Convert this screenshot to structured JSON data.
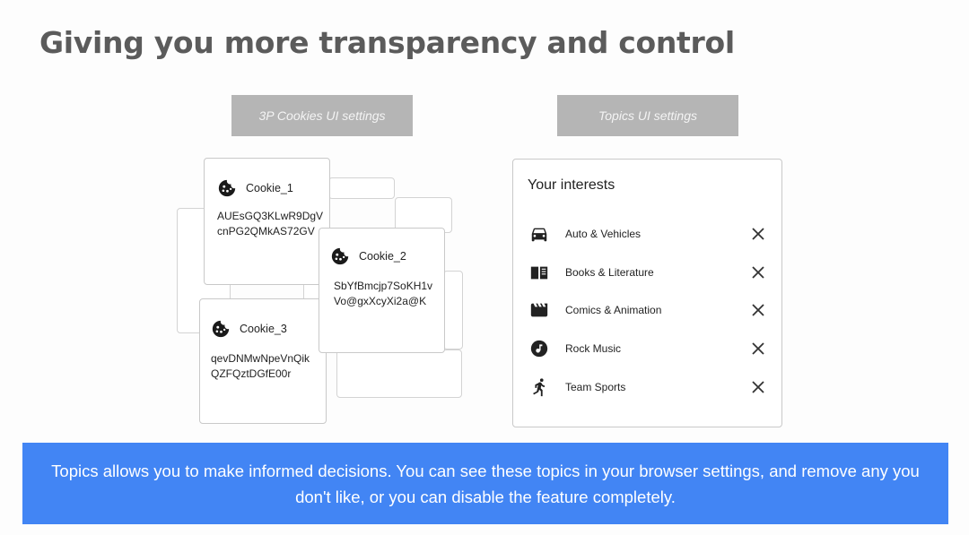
{
  "slide": {
    "title": "Giving you more transparency and control"
  },
  "left_panel": {
    "label": "3P Cookies UI settings",
    "cookies": [
      {
        "name": "Cookie_1",
        "value_line1": "AUEsGQ3KLwR9DgV",
        "value_line2": "cnPG2QMkAS72GV"
      },
      {
        "name": "Cookie_2",
        "value_line1": "SbYfBmcjp7SoKH1v",
        "value_line2": "Vo@gxXcyXi2a@K"
      },
      {
        "name": "Cookie_3",
        "value_line1": "qevDNMwNpeVnQik",
        "value_line2": "QZFQztDGfE00r"
      }
    ]
  },
  "right_panel": {
    "label": "Topics UI settings",
    "heading": "Your interests",
    "topics": [
      {
        "label": "Auto & Vehicles",
        "icon": "car-icon"
      },
      {
        "label": "Books & Literature",
        "icon": "book-icon"
      },
      {
        "label": "Comics & Animation",
        "icon": "film-icon"
      },
      {
        "label": "Rock Music",
        "icon": "music-note-icon"
      },
      {
        "label": "Team Sports",
        "icon": "sports-icon"
      }
    ]
  },
  "banner": {
    "text": "Topics allows you to make informed decisions. You can see these topics in your browser settings, and remove any you don't like, or you can disable the feature completely.",
    "color": "#4285f4"
  }
}
